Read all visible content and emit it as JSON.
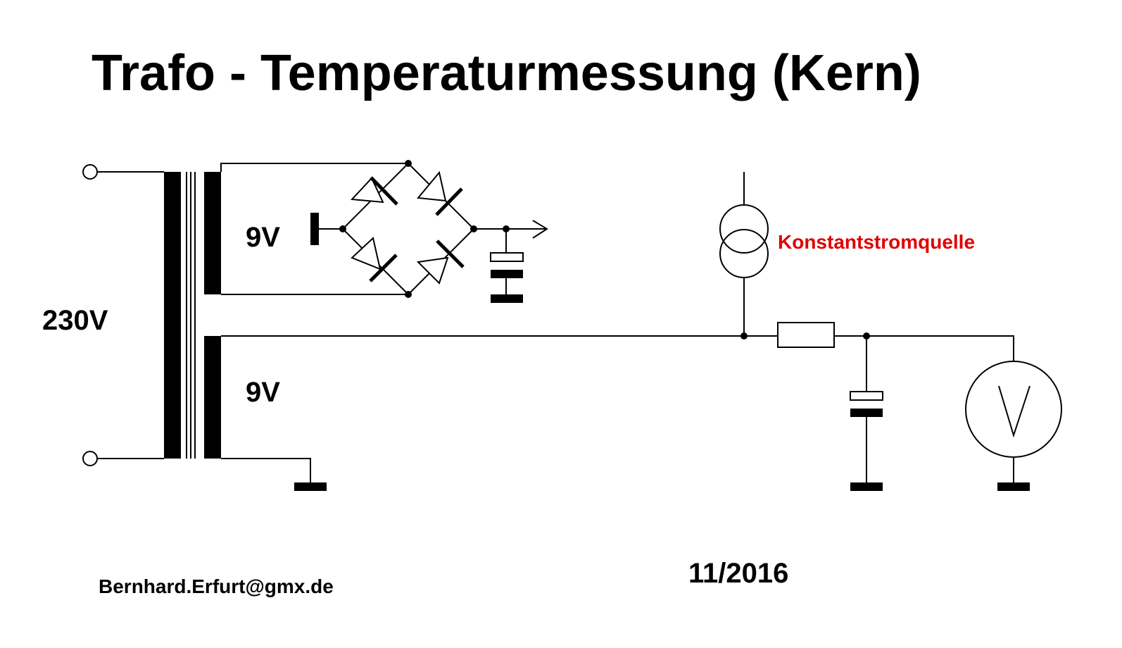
{
  "title": "Trafo - Temperaturmessung (Kern)",
  "labels": {
    "primary_voltage": "230V",
    "secondary_upper_voltage": "9V",
    "secondary_lower_voltage": "9V",
    "current_source": "Konstantstromquelle"
  },
  "footer": {
    "email": "Bernhard.Erfurt@gmx.de",
    "date": "11/2016"
  },
  "colors": {
    "ink": "#000000",
    "accent": "#e00000",
    "background": "#ffffff"
  }
}
